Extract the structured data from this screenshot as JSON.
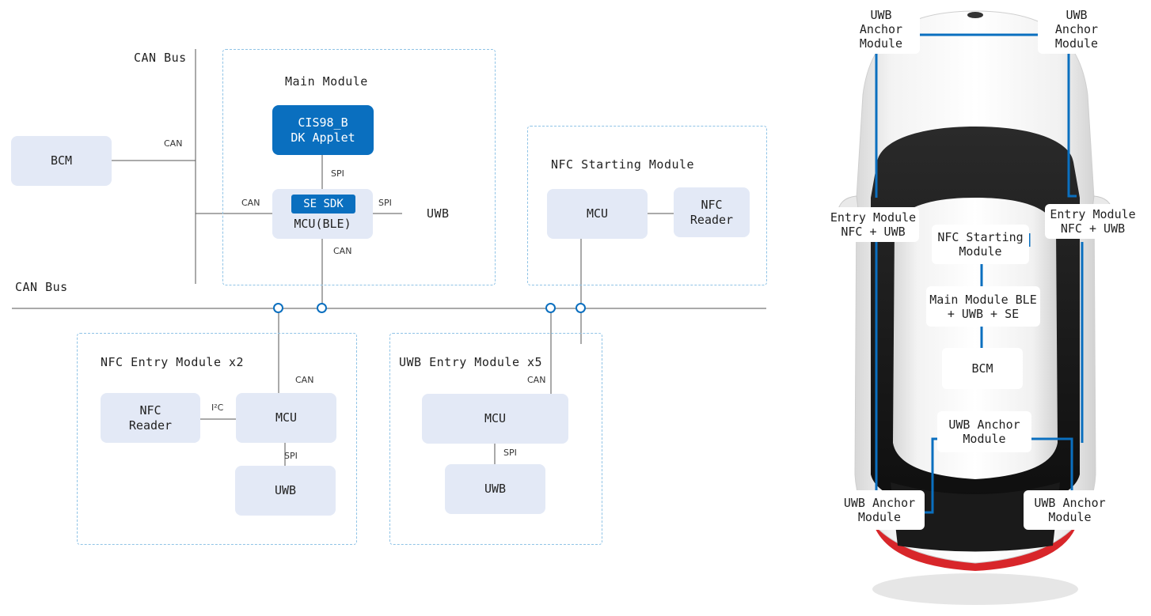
{
  "diagram": {
    "can_bus_top": "CAN Bus",
    "can_bus_main": "CAN Bus",
    "bcm": "BCM",
    "bcm_link": "CAN",
    "main_module": {
      "title": "Main Module",
      "applet": "CIS98_B\nDK Applet",
      "spi_top": "SPI",
      "se_sdk": "SE SDK",
      "mcu": "MCU(BLE)",
      "can_left": "CAN",
      "spi_right": "SPI",
      "uwb": "UWB",
      "can_bottom": "CAN"
    },
    "nfc_starting": {
      "title": "NFC Starting Module",
      "mcu": "MCU",
      "reader": "NFC\nReader"
    },
    "nfc_entry": {
      "title": "NFC Entry Module x2",
      "reader": "NFC\nReader",
      "i2c": "I²C",
      "mcu": "MCU",
      "can": "CAN",
      "spi": "SPI",
      "uwb": "UWB"
    },
    "uwb_entry": {
      "title": "UWB Entry Module x5",
      "can": "CAN",
      "mcu": "MCU",
      "spi": "SPI",
      "uwb": "UWB"
    }
  },
  "car_layout": {
    "anchor_front_left": "UWB\nAnchor\nModule",
    "anchor_front_right": "UWB\nAnchor\nModule",
    "entry_left": "Entry Module\nNFC + UWB",
    "entry_right": "Entry Module\nNFC + UWB",
    "nfc_starting": "NFC Starting\nModule",
    "main_module": "Main Module BLE\n+ UWB + SE",
    "bcm": "BCM",
    "anchor_center": "UWB Anchor\nModule",
    "anchor_rear_left": "UWB Anchor\nModule",
    "anchor_rear_right": "UWB Anchor\nModule"
  },
  "colors": {
    "accent": "#0a6fbf",
    "node_fill": "#e3e9f6",
    "panel_border": "#8fc3e6",
    "tail_light": "#d8262a"
  }
}
